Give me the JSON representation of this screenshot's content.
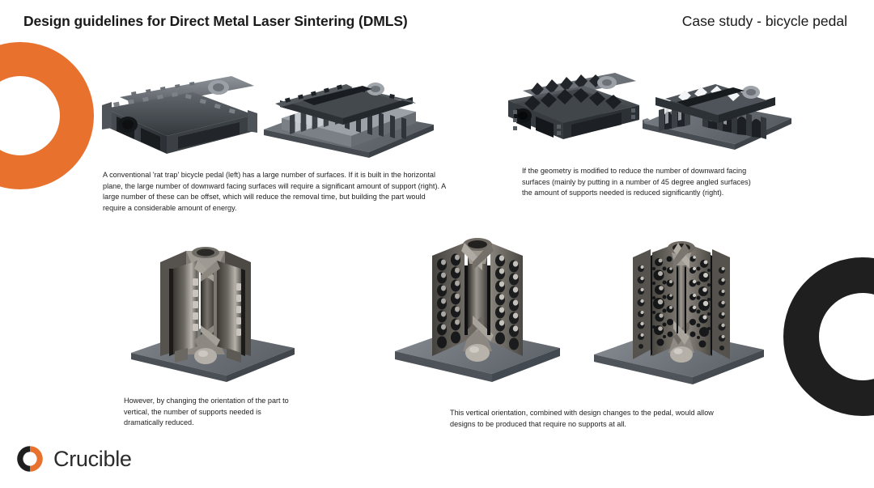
{
  "header": {
    "title": "Design guidelines for Direct Metal Laser Sintering (DMLS)",
    "subtitle": "Case study - bicycle pedal"
  },
  "captions": {
    "c1": "A conventional 'rat trap' bicycle pedal (left) has a large number of surfaces. If it is built in the horizontal plane, the large number of downward facing surfaces will require a significant amount of support (right). A large number of these can be offset, which will reduce the removal time, but building the part would require a considerable amount of energy.",
    "c2": "If the geometry is modified to reduce the number of downward facing surfaces (mainly by putting in a number of 45 degree angled surfaces) the amount of supports needed is reduced significantly (right).",
    "c3": "However, by changing the orientation of the part to vertical, the number of supports needed is dramatically reduced.",
    "c4": "This vertical orientation, combined with design changes to the pedal, would allow designs to be produced that require no supports at all."
  },
  "figures": [
    {
      "id": "fig-1",
      "name": "rat-trap-pedal-horizontal-no-supports",
      "alt": "Conventional rat trap bicycle pedal cage shown horizontally without supports"
    },
    {
      "id": "fig-2",
      "name": "rat-trap-pedal-horizontal-with-supports",
      "alt": "Same pedal built horizontally on a build plate with a large amount of support material"
    },
    {
      "id": "fig-3",
      "name": "modified-pedal-45-degree-surfaces",
      "alt": "Pedal geometry modified with 45 degree angled zigzag surfaces"
    },
    {
      "id": "fig-4",
      "name": "modified-pedal-with-reduced-supports",
      "alt": "Modified pedal on a build plate with reduced supports"
    },
    {
      "id": "fig-5",
      "name": "pedal-vertical-orientation",
      "alt": "Pedal rotated to a vertical build orientation on a build plate"
    },
    {
      "id": "fig-6",
      "name": "redesigned-pedal-oval-lattice",
      "alt": "Redesigned vertical pedal with oval lattice openings, no supports"
    },
    {
      "id": "fig-7",
      "name": "redesigned-pedal-circular-voronoi",
      "alt": "Redesigned vertical pedal with circular perforation pattern, no supports"
    }
  ],
  "decor": {
    "ring_orange_color": "#E8712E",
    "ring_black_color": "#1F1F1F"
  },
  "logo": {
    "wordmark": "Crucible",
    "mark_dark_color": "#1F1F1F",
    "mark_accent_color": "#E8712E"
  }
}
